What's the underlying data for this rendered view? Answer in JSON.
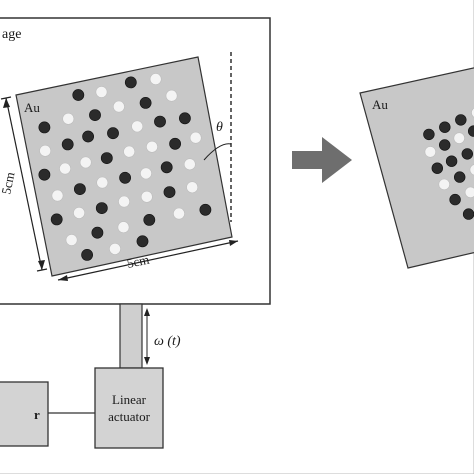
{
  "labels": {
    "stage": "age",
    "au_left": "Au",
    "au_right": "Au",
    "dim_vertical": "5cm",
    "dim_horizontal": "5cm",
    "theta": "θ",
    "omega": "ω (t)",
    "controller": "r",
    "actuator_line1": "Linear",
    "actuator_line2": "actuator"
  },
  "colors": {
    "background": "#ffffff",
    "plate": "#c8c8c8",
    "dark_ball": "#2b2b2b",
    "light_ball": "#f4f4f4",
    "rod": "#cfcfcf",
    "arrow": "#6e6e6e",
    "stroke": "#222222"
  },
  "left_plate": {
    "balls": [
      {
        "u": 0.32,
        "v": 0.06,
        "c": "dark"
      },
      {
        "u": 0.45,
        "v": 0.07,
        "c": "light"
      },
      {
        "u": 0.62,
        "v": 0.05,
        "c": "dark"
      },
      {
        "u": 0.76,
        "v": 0.06,
        "c": "light"
      },
      {
        "u": 0.1,
        "v": 0.2,
        "c": "dark"
      },
      {
        "u": 0.24,
        "v": 0.18,
        "c": "light"
      },
      {
        "u": 0.39,
        "v": 0.19,
        "c": "dark"
      },
      {
        "u": 0.53,
        "v": 0.17,
        "c": "light"
      },
      {
        "u": 0.68,
        "v": 0.18,
        "c": "dark"
      },
      {
        "u": 0.83,
        "v": 0.17,
        "c": "light"
      },
      {
        "u": 0.08,
        "v": 0.33,
        "c": "light"
      },
      {
        "u": 0.21,
        "v": 0.32,
        "c": "dark"
      },
      {
        "u": 0.33,
        "v": 0.3,
        "c": "dark"
      },
      {
        "u": 0.47,
        "v": 0.31,
        "c": "dark"
      },
      {
        "u": 0.61,
        "v": 0.3,
        "c": "light"
      },
      {
        "u": 0.74,
        "v": 0.3,
        "c": "dark"
      },
      {
        "u": 0.88,
        "v": 0.31,
        "c": "dark"
      },
      {
        "u": 0.05,
        "v": 0.46,
        "c": "dark"
      },
      {
        "u": 0.17,
        "v": 0.45,
        "c": "light"
      },
      {
        "u": 0.29,
        "v": 0.44,
        "c": "light"
      },
      {
        "u": 0.41,
        "v": 0.44,
        "c": "dark"
      },
      {
        "u": 0.54,
        "v": 0.43,
        "c": "light"
      },
      {
        "u": 0.67,
        "v": 0.43,
        "c": "light"
      },
      {
        "u": 0.8,
        "v": 0.44,
        "c": "dark"
      },
      {
        "u": 0.92,
        "v": 0.43,
        "c": "light"
      },
      {
        "u": 0.1,
        "v": 0.59,
        "c": "light"
      },
      {
        "u": 0.23,
        "v": 0.58,
        "c": "dark"
      },
      {
        "u": 0.36,
        "v": 0.57,
        "c": "light"
      },
      {
        "u": 0.49,
        "v": 0.57,
        "c": "dark"
      },
      {
        "u": 0.61,
        "v": 0.57,
        "c": "light"
      },
      {
        "u": 0.73,
        "v": 0.56,
        "c": "dark"
      },
      {
        "u": 0.86,
        "v": 0.57,
        "c": "light"
      },
      {
        "u": 0.07,
        "v": 0.72,
        "c": "dark"
      },
      {
        "u": 0.2,
        "v": 0.71,
        "c": "light"
      },
      {
        "u": 0.33,
        "v": 0.71,
        "c": "dark"
      },
      {
        "u": 0.46,
        "v": 0.7,
        "c": "light"
      },
      {
        "u": 0.59,
        "v": 0.7,
        "c": "light"
      },
      {
        "u": 0.72,
        "v": 0.7,
        "c": "dark"
      },
      {
        "u": 0.85,
        "v": 0.7,
        "c": "light"
      },
      {
        "u": 0.13,
        "v": 0.85,
        "c": "light"
      },
      {
        "u": 0.28,
        "v": 0.84,
        "c": "dark"
      },
      {
        "u": 0.43,
        "v": 0.84,
        "c": "light"
      },
      {
        "u": 0.58,
        "v": 0.83,
        "c": "dark"
      },
      {
        "u": 0.75,
        "v": 0.83,
        "c": "light"
      },
      {
        "u": 0.9,
        "v": 0.84,
        "c": "dark"
      },
      {
        "u": 0.2,
        "v": 0.95,
        "c": "dark"
      },
      {
        "u": 0.36,
        "v": 0.95,
        "c": "light"
      },
      {
        "u": 0.52,
        "v": 0.94,
        "c": "dark"
      }
    ]
  },
  "right_plate": {
    "balls": [
      {
        "u": 0.38,
        "v": 0.3,
        "c": "dark"
      },
      {
        "u": 0.5,
        "v": 0.28,
        "c": "dark"
      },
      {
        "u": 0.62,
        "v": 0.26,
        "c": "dark"
      },
      {
        "u": 0.74,
        "v": 0.24,
        "c": "light"
      },
      {
        "u": 0.86,
        "v": 0.22,
        "c": "dark"
      },
      {
        "u": 0.97,
        "v": 0.2,
        "c": "dark"
      },
      {
        "u": 0.36,
        "v": 0.4,
        "c": "light"
      },
      {
        "u": 0.47,
        "v": 0.38,
        "c": "dark"
      },
      {
        "u": 0.58,
        "v": 0.36,
        "c": "light"
      },
      {
        "u": 0.69,
        "v": 0.34,
        "c": "dark"
      },
      {
        "u": 0.81,
        "v": 0.32,
        "c": "light"
      },
      {
        "u": 0.93,
        "v": 0.3,
        "c": "dark"
      },
      {
        "u": 0.38,
        "v": 0.5,
        "c": "dark"
      },
      {
        "u": 0.49,
        "v": 0.48,
        "c": "dark"
      },
      {
        "u": 0.61,
        "v": 0.46,
        "c": "dark"
      },
      {
        "u": 0.73,
        "v": 0.44,
        "c": "light"
      },
      {
        "u": 0.85,
        "v": 0.42,
        "c": "dark"
      },
      {
        "u": 0.96,
        "v": 0.4,
        "c": "light"
      },
      {
        "u": 0.4,
        "v": 0.6,
        "c": "light"
      },
      {
        "u": 0.52,
        "v": 0.58,
        "c": "dark"
      },
      {
        "u": 0.64,
        "v": 0.56,
        "c": "light"
      },
      {
        "u": 0.76,
        "v": 0.54,
        "c": "dark"
      },
      {
        "u": 0.88,
        "v": 0.52,
        "c": "dark"
      },
      {
        "u": 0.98,
        "v": 0.5,
        "c": "dark"
      },
      {
        "u": 0.45,
        "v": 0.7,
        "c": "dark"
      },
      {
        "u": 0.57,
        "v": 0.68,
        "c": "light"
      },
      {
        "u": 0.69,
        "v": 0.66,
        "c": "dark"
      },
      {
        "u": 0.81,
        "v": 0.64,
        "c": "dark"
      },
      {
        "u": 0.93,
        "v": 0.62,
        "c": "light"
      },
      {
        "u": 0.52,
        "v": 0.8,
        "c": "dark"
      },
      {
        "u": 0.64,
        "v": 0.78,
        "c": "dark"
      },
      {
        "u": 0.76,
        "v": 0.76,
        "c": "light"
      },
      {
        "u": 0.88,
        "v": 0.74,
        "c": "dark"
      },
      {
        "u": 0.99,
        "v": 0.72,
        "c": "dark"
      }
    ]
  }
}
